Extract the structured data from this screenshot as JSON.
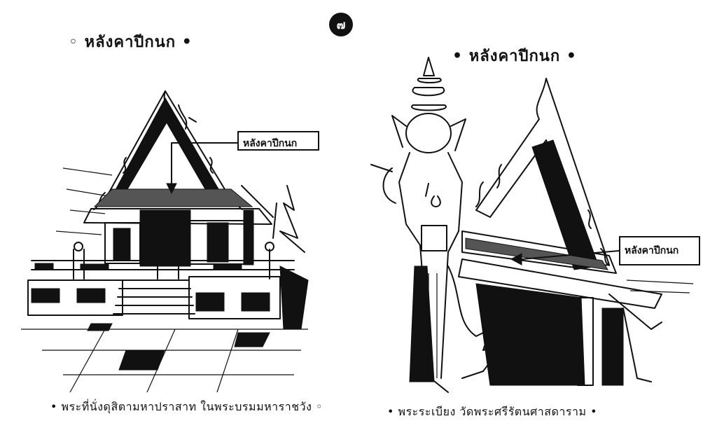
{
  "page": {
    "number": "๗"
  },
  "left_figure": {
    "heading": "◦  หลังคาปีกนก  •",
    "callout_label": "หลังคาปีกนก",
    "caption": "•  พระที่นั่งดุสิตามหาปราสาท ในพระบรมมหาราชวัง ◦"
  },
  "right_figure": {
    "heading": "•  หลังคาปีกนก  •",
    "callout_label": "หลังคาปีกนก",
    "caption": "•  พระระเบียง วัดพระศรีรัตนศาสดาราม  •"
  },
  "colors": {
    "ink": "#111111",
    "paper": "#ffffff"
  }
}
